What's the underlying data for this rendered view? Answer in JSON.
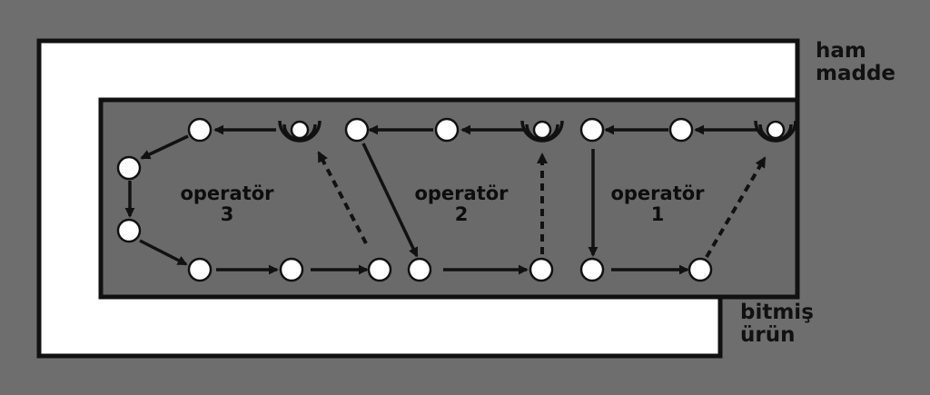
{
  "labels": {
    "raw_material": [
      "ham",
      "madde"
    ],
    "finished_product": [
      "bitmiş",
      "ürün"
    ]
  },
  "operators": [
    {
      "name": "operatör",
      "number": "3"
    },
    {
      "name": "operatör",
      "number": "2"
    },
    {
      "name": "operatör",
      "number": "1"
    }
  ],
  "colors": {
    "background": "#6e6e6e",
    "conveyor": "#ffffff",
    "outline": "#111111",
    "inner_panel": "#6a6a6a",
    "station_fill": "#ffffff",
    "arrow": "#111111"
  }
}
